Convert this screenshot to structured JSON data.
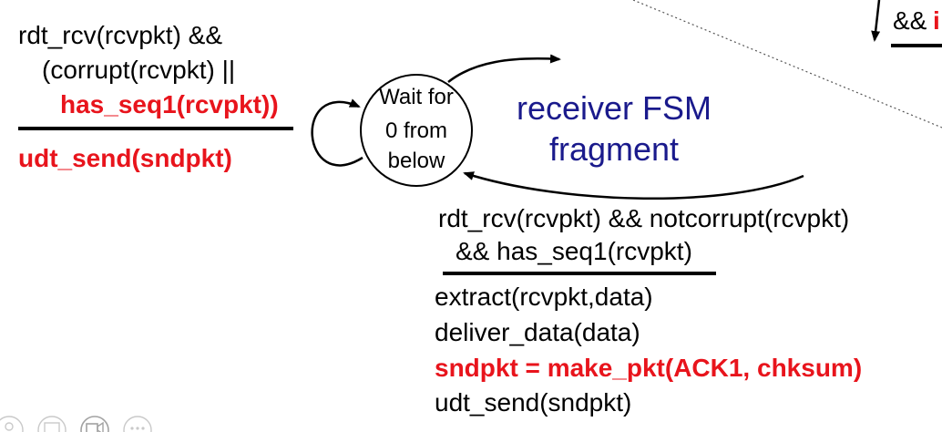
{
  "diagram": {
    "state": {
      "line1": "Wait for",
      "line2": "0 from",
      "line3": "below"
    },
    "title": {
      "line1": "receiver FSM",
      "line2": "fragment"
    },
    "self_loop": {
      "condition_line1": "rdt_rcv(rcvpkt) &&",
      "condition_line2": "(corrupt(rcvpkt) ||",
      "condition_line3": "has_seq1(rcvpkt))",
      "action_line1": "udt_send(sndpkt)"
    },
    "bottom_transition": {
      "condition_line1": "rdt_rcv(rcvpkt) && notcorrupt(rcvpkt)",
      "condition_line2": "&& has_seq1(rcvpkt)",
      "action_line1": "extract(rcvpkt,data)",
      "action_line2": "deliver_data(data)",
      "action_line3": "sndpkt = make_pkt(ACK1, chksum)",
      "action_line4": "udt_send(sndpkt)"
    },
    "top_right": {
      "fragment_text": "&&",
      "fragment_red_text": "i"
    },
    "colors": {
      "red": "#e8141c",
      "navy": "#1a1a8c",
      "black": "#000000"
    }
  },
  "toolbar": {
    "icons": [
      "pointer-icon",
      "notes-icon",
      "video-icon",
      "more-icon"
    ]
  }
}
